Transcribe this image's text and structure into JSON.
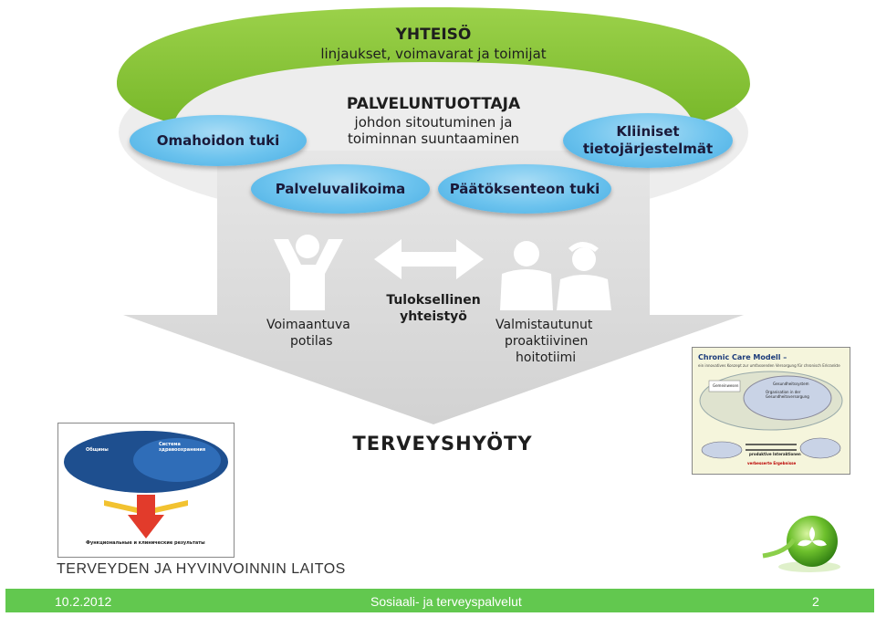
{
  "community": {
    "title": "YHTEISÖ",
    "subtitle": "linjaukset, voimavarat ja toimijat"
  },
  "provider": {
    "title": "PALVELUNTUOTTAJA",
    "line1": "johdon sitoutuminen ja",
    "line2": "toiminnan suuntaaminen"
  },
  "bubbles": {
    "self_care": "Omahoidon tuki",
    "clinical_line1": "Kliiniset",
    "clinical_line2": "tietojärjestelmät",
    "service_range": "Palveluvalikoima",
    "decision_support": "Päätöksenteon tuki"
  },
  "patient": {
    "line1": "Voimaantuva",
    "line2": "potilas"
  },
  "cooperation": {
    "line1": "Tuloksellinen",
    "line2": "yhteistyö"
  },
  "team": {
    "line1": "Valmistautunut",
    "line2": "proaktiivinen",
    "line3": "hoitotiimi"
  },
  "outcome": "TERVEYSHYÖTY",
  "thumbnail_right": {
    "title": "Chronic Care Modell –",
    "subtitle": "ein innovatives Konzept zur umfassenden Versorgung für chronisch Erkrankte",
    "label_community": "Gemeinwesen",
    "label_health": "Gesundheitssystem",
    "label_org": "Organisation in der Gesundheitsversorgung",
    "label_interaction": "produktive Interaktionen",
    "label_results": "verbesserte Ergebnisse"
  },
  "thumbnail_left": {
    "label_society": "Общины",
    "label_system": "Система здравоохранения",
    "label_result": "Функциональные и клинические результаты"
  },
  "organization": "TERVEYDEN JA HYVINVOINNIN LAITOS",
  "footer": {
    "date": "10.2.2012",
    "title": "Sosiaali- ja terveyspalvelut",
    "page": "2"
  },
  "colors": {
    "green": "#8cc63f",
    "blue_bubble": "#6cc3ee",
    "gray_arrow": "#d9d9d9",
    "footer": "#62c84f"
  },
  "icons": [
    "patient-figure-icon",
    "double-arrow-icon",
    "doctor-icon",
    "nurse-icon",
    "leaf-ball-logo-icon"
  ]
}
